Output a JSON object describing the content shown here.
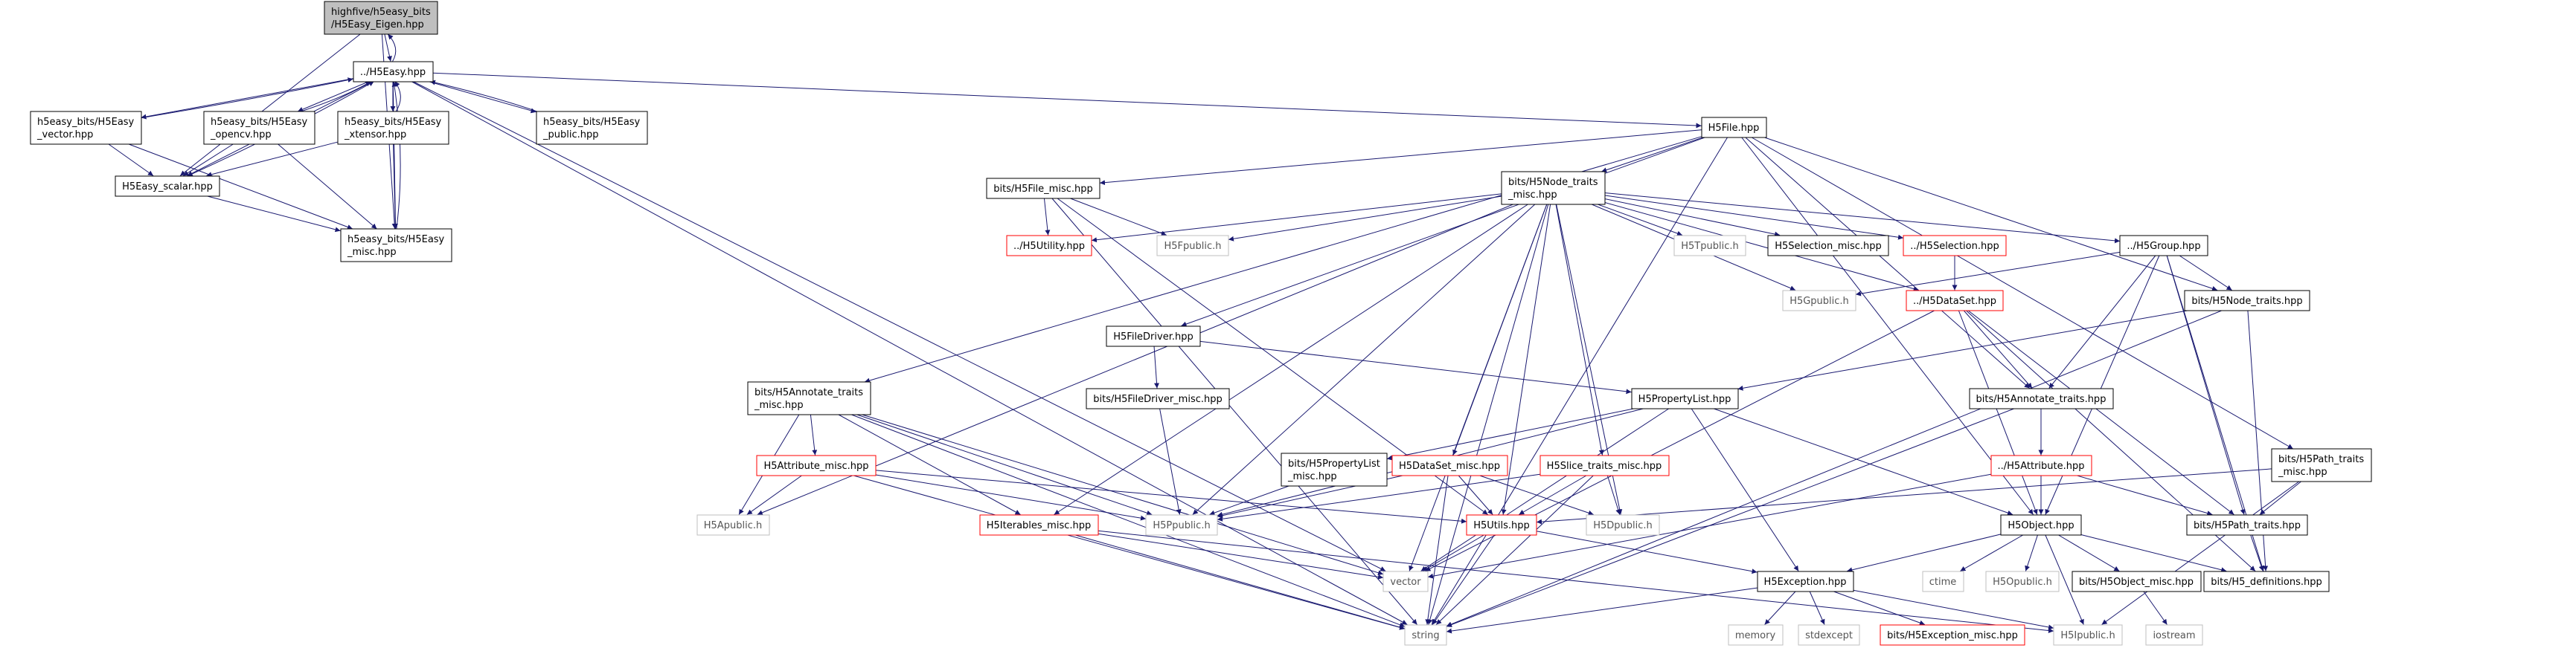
{
  "graph": {
    "colors": {
      "edge": "#191970",
      "edge_light": "#8080a0",
      "node_border": "#000000",
      "node_link_missing": "#ff0000",
      "node_system": "#bfbfbf",
      "root_fill": "#bfbfbf",
      "node_fill": "#ffffff",
      "text": "#000000",
      "text_grey": "#555555"
    },
    "nodes": [
      {
        "id": "root",
        "style": "root",
        "lines": [
          "highfive/h5easy_bits",
          "/H5Easy_Eigen.hpp"
        ]
      },
      {
        "id": "h5easy",
        "style": "normal",
        "lines": [
          "../H5Easy.hpp"
        ]
      },
      {
        "id": "vector_hpp",
        "style": "normal",
        "lines": [
          "h5easy_bits/H5Easy",
          "_vector.hpp"
        ]
      },
      {
        "id": "opencv_hpp",
        "style": "normal",
        "lines": [
          "h5easy_bits/H5Easy",
          "_opencv.hpp"
        ]
      },
      {
        "id": "xtensor_hpp",
        "style": "normal",
        "lines": [
          "h5easy_bits/H5Easy",
          "_xtensor.hpp"
        ]
      },
      {
        "id": "public_hpp",
        "style": "normal",
        "lines": [
          "h5easy_bits/H5Easy",
          "_public.hpp"
        ]
      },
      {
        "id": "scalar_hpp",
        "style": "normal",
        "lines": [
          "H5Easy_scalar.hpp"
        ]
      },
      {
        "id": "easy_misc",
        "style": "normal",
        "lines": [
          "h5easy_bits/H5Easy",
          "_misc.hpp"
        ]
      },
      {
        "id": "h5file",
        "style": "normal",
        "lines": [
          "H5File.hpp"
        ]
      },
      {
        "id": "file_misc",
        "style": "normal",
        "lines": [
          "bits/H5File_misc.hpp"
        ]
      },
      {
        "id": "node_traits_misc",
        "style": "normal",
        "lines": [
          "bits/H5Node_traits",
          "_misc.hpp"
        ]
      },
      {
        "id": "h5utility",
        "style": "missing",
        "lines": [
          "../H5Utility.hpp"
        ]
      },
      {
        "id": "h5fpublic",
        "style": "system",
        "lines": [
          "H5Fpublic.h"
        ]
      },
      {
        "id": "h5tpublic",
        "style": "system",
        "lines": [
          "H5Tpublic.h"
        ]
      },
      {
        "id": "sel_misc",
        "style": "normal",
        "lines": [
          "H5Selection_misc.hpp"
        ]
      },
      {
        "id": "h5selection",
        "style": "missing",
        "lines": [
          "../H5Selection.hpp"
        ]
      },
      {
        "id": "h5group",
        "style": "normal",
        "lines": [
          "../H5Group.hpp"
        ]
      },
      {
        "id": "h5gpublic",
        "style": "system",
        "lines": [
          "H5Gpublic.h"
        ]
      },
      {
        "id": "h5dataset",
        "style": "missing",
        "lines": [
          "../H5DataSet.hpp"
        ]
      },
      {
        "id": "node_traits",
        "style": "normal",
        "lines": [
          "bits/H5Node_traits.hpp"
        ]
      },
      {
        "id": "filedriver",
        "style": "normal",
        "lines": [
          "H5FileDriver.hpp"
        ]
      },
      {
        "id": "filedriver_misc",
        "style": "normal",
        "lines": [
          "bits/H5FileDriver_misc.hpp"
        ]
      },
      {
        "id": "annotate_misc",
        "style": "normal",
        "lines": [
          "bits/H5Annotate_traits",
          "_misc.hpp"
        ]
      },
      {
        "id": "proplist",
        "style": "normal",
        "lines": [
          "H5PropertyList.hpp"
        ]
      },
      {
        "id": "annotate",
        "style": "normal",
        "lines": [
          "bits/H5Annotate_traits.hpp"
        ]
      },
      {
        "id": "attr_misc",
        "style": "missing",
        "lines": [
          "H5Attribute_misc.hpp"
        ]
      },
      {
        "id": "proplist_misc",
        "style": "normal",
        "lines": [
          "bits/H5PropertyList",
          "_misc.hpp"
        ]
      },
      {
        "id": "dataset_misc",
        "style": "missing",
        "lines": [
          "H5DataSet_misc.hpp"
        ]
      },
      {
        "id": "slice_misc",
        "style": "missing",
        "lines": [
          "H5Slice_traits_misc.hpp"
        ]
      },
      {
        "id": "h5attribute",
        "style": "missing",
        "lines": [
          "../H5Attribute.hpp"
        ]
      },
      {
        "id": "path_misc",
        "style": "normal",
        "lines": [
          "bits/H5Path_traits",
          "_misc.hpp"
        ]
      },
      {
        "id": "h5apublic",
        "style": "system",
        "lines": [
          "H5Apublic.h"
        ]
      },
      {
        "id": "iter_misc",
        "style": "missing",
        "lines": [
          "H5Iterables_misc.hpp"
        ]
      },
      {
        "id": "h5ppublic",
        "style": "system",
        "lines": [
          "H5Ppublic.h"
        ]
      },
      {
        "id": "h5utils",
        "style": "missing",
        "lines": [
          "H5Utils.hpp"
        ]
      },
      {
        "id": "h5dpublic",
        "style": "system",
        "lines": [
          "H5Dpublic.h"
        ]
      },
      {
        "id": "h5object",
        "style": "normal",
        "lines": [
          "H5Object.hpp"
        ]
      },
      {
        "id": "path_traits",
        "style": "normal",
        "lines": [
          "bits/H5Path_traits.hpp"
        ]
      },
      {
        "id": "vector",
        "style": "system",
        "lines": [
          "vector"
        ]
      },
      {
        "id": "h5exception",
        "style": "normal",
        "lines": [
          "H5Exception.hpp"
        ]
      },
      {
        "id": "ctime",
        "style": "system",
        "lines": [
          "ctime"
        ]
      },
      {
        "id": "h5opublic",
        "style": "system",
        "lines": [
          "H5Opublic.h"
        ]
      },
      {
        "id": "object_misc",
        "style": "normal",
        "lines": [
          "bits/H5Object_misc.hpp"
        ]
      },
      {
        "id": "defs",
        "style": "normal",
        "lines": [
          "bits/H5_definitions.hpp"
        ]
      },
      {
        "id": "string",
        "style": "system",
        "lines": [
          "string"
        ]
      },
      {
        "id": "memory",
        "style": "system",
        "lines": [
          "memory"
        ]
      },
      {
        "id": "stdexcept",
        "style": "system",
        "lines": [
          "stdexcept"
        ]
      },
      {
        "id": "exc_misc",
        "style": "missing",
        "lines": [
          "bits/H5Exception_misc.hpp"
        ]
      },
      {
        "id": "h5ipublic",
        "style": "system",
        "lines": [
          "H5Ipublic.h"
        ]
      },
      {
        "id": "iostream",
        "style": "system",
        "lines": [
          "iostream"
        ]
      }
    ],
    "edges": [
      [
        "root",
        "h5easy"
      ],
      [
        "root",
        "scalar_hpp"
      ],
      [
        "root",
        "easy_misc"
      ],
      [
        "h5easy",
        "root"
      ],
      [
        "h5easy",
        "vector_hpp"
      ],
      [
        "h5easy",
        "opencv_hpp"
      ],
      [
        "h5easy",
        "xtensor_hpp"
      ],
      [
        "h5easy",
        "public_hpp"
      ],
      [
        "h5easy",
        "scalar_hpp"
      ],
      [
        "h5easy",
        "easy_misc"
      ],
      [
        "h5easy",
        "h5file"
      ],
      [
        "h5easy",
        "vector"
      ],
      [
        "h5easy",
        "string"
      ],
      [
        "vector_hpp",
        "h5easy"
      ],
      [
        "vector_hpp",
        "scalar_hpp"
      ],
      [
        "vector_hpp",
        "easy_misc"
      ],
      [
        "opencv_hpp",
        "h5easy"
      ],
      [
        "opencv_hpp",
        "scalar_hpp"
      ],
      [
        "opencv_hpp",
        "easy_misc"
      ],
      [
        "xtensor_hpp",
        "h5easy"
      ],
      [
        "xtensor_hpp",
        "scalar_hpp"
      ],
      [
        "xtensor_hpp",
        "easy_misc"
      ],
      [
        "public_hpp",
        "h5easy"
      ],
      [
        "scalar_hpp",
        "h5easy"
      ],
      [
        "scalar_hpp",
        "easy_misc"
      ],
      [
        "easy_misc",
        "h5easy"
      ],
      [
        "h5file",
        "file_misc"
      ],
      [
        "h5file",
        "node_traits_misc"
      ],
      [
        "h5file",
        "filedriver"
      ],
      [
        "h5file",
        "annotate_misc"
      ],
      [
        "h5file",
        "node_traits"
      ],
      [
        "h5file",
        "annotate"
      ],
      [
        "h5file",
        "path_misc"
      ],
      [
        "h5file",
        "h5object"
      ],
      [
        "h5file",
        "string"
      ],
      [
        "file_misc",
        "h5utility"
      ],
      [
        "file_misc",
        "h5fpublic"
      ],
      [
        "file_misc",
        "h5utils"
      ],
      [
        "file_misc",
        "string"
      ],
      [
        "node_traits_misc",
        "h5utility"
      ],
      [
        "node_traits_misc",
        "h5fpublic"
      ],
      [
        "node_traits_misc",
        "h5tpublic"
      ],
      [
        "node_traits_misc",
        "sel_misc"
      ],
      [
        "node_traits_misc",
        "h5selection"
      ],
      [
        "node_traits_misc",
        "h5group"
      ],
      [
        "node_traits_misc",
        "h5gpublic"
      ],
      [
        "node_traits_misc",
        "h5dataset"
      ],
      [
        "node_traits_misc",
        "dataset_misc"
      ],
      [
        "node_traits_misc",
        "slice_misc"
      ],
      [
        "node_traits_misc",
        "h5apublic"
      ],
      [
        "node_traits_misc",
        "iter_misc"
      ],
      [
        "node_traits_misc",
        "h5ppublic"
      ],
      [
        "node_traits_misc",
        "h5utils"
      ],
      [
        "node_traits_misc",
        "h5dpublic"
      ],
      [
        "node_traits_misc",
        "vector"
      ],
      [
        "node_traits_misc",
        "string"
      ],
      [
        "h5selection",
        "h5dataset"
      ],
      [
        "h5group",
        "h5gpublic"
      ],
      [
        "h5group",
        "node_traits"
      ],
      [
        "h5group",
        "annotate"
      ],
      [
        "h5group",
        "h5object"
      ],
      [
        "h5group",
        "path_traits"
      ],
      [
        "h5group",
        "defs"
      ],
      [
        "h5dataset",
        "annotate"
      ],
      [
        "h5dataset",
        "h5object"
      ],
      [
        "h5dataset",
        "path_traits"
      ],
      [
        "h5dataset",
        "defs"
      ],
      [
        "h5dataset",
        "vector"
      ],
      [
        "node_traits",
        "proplist"
      ],
      [
        "node_traits",
        "defs"
      ],
      [
        "node_traits",
        "string"
      ],
      [
        "filedriver",
        "filedriver_misc"
      ],
      [
        "filedriver",
        "proplist"
      ],
      [
        "filedriver_misc",
        "h5ppublic"
      ],
      [
        "annotate_misc",
        "h5apublic"
      ],
      [
        "annotate_misc",
        "attr_misc"
      ],
      [
        "annotate_misc",
        "iter_misc"
      ],
      [
        "annotate_misc",
        "h5ppublic"
      ],
      [
        "annotate_misc",
        "vector"
      ],
      [
        "annotate_misc",
        "string"
      ],
      [
        "proplist",
        "h5ppublic"
      ],
      [
        "proplist",
        "proplist_misc"
      ],
      [
        "proplist",
        "h5exception"
      ],
      [
        "proplist",
        "h5object"
      ],
      [
        "proplist",
        "vector"
      ],
      [
        "annotate",
        "h5attribute"
      ],
      [
        "annotate",
        "string"
      ],
      [
        "attr_misc",
        "h5apublic"
      ],
      [
        "attr_misc",
        "h5ppublic"
      ],
      [
        "attr_misc",
        "h5utils"
      ],
      [
        "attr_misc",
        "string"
      ],
      [
        "proplist_misc",
        "h5ppublic"
      ],
      [
        "dataset_misc",
        "h5ppublic"
      ],
      [
        "dataset_misc",
        "h5utils"
      ],
      [
        "dataset_misc",
        "h5dpublic"
      ],
      [
        "dataset_misc",
        "string"
      ],
      [
        "slice_misc",
        "h5ppublic"
      ],
      [
        "slice_misc",
        "h5utils"
      ],
      [
        "slice_misc",
        "h5dpublic"
      ],
      [
        "slice_misc",
        "string"
      ],
      [
        "h5attribute",
        "h5object"
      ],
      [
        "h5attribute",
        "path_traits"
      ],
      [
        "h5attribute",
        "vector"
      ],
      [
        "path_misc",
        "path_traits"
      ],
      [
        "path_misc",
        "h5utils"
      ],
      [
        "path_misc",
        "h5ipublic"
      ],
      [
        "iter_misc",
        "vector"
      ],
      [
        "iter_misc",
        "string"
      ],
      [
        "iter_misc",
        "h5ipublic"
      ],
      [
        "h5utils",
        "vector"
      ],
      [
        "h5utils",
        "h5exception"
      ],
      [
        "h5utils",
        "string"
      ],
      [
        "h5object",
        "ctime"
      ],
      [
        "h5object",
        "h5opublic"
      ],
      [
        "h5object",
        "object_misc"
      ],
      [
        "h5object",
        "defs"
      ],
      [
        "h5object",
        "h5exception"
      ],
      [
        "h5object",
        "h5ipublic"
      ],
      [
        "path_traits",
        "defs"
      ],
      [
        "h5exception",
        "memory"
      ],
      [
        "h5exception",
        "stdexcept"
      ],
      [
        "h5exception",
        "exc_misc"
      ],
      [
        "h5exception",
        "h5ipublic"
      ],
      [
        "h5exception",
        "string"
      ],
      [
        "object_misc",
        "iostream"
      ]
    ]
  }
}
